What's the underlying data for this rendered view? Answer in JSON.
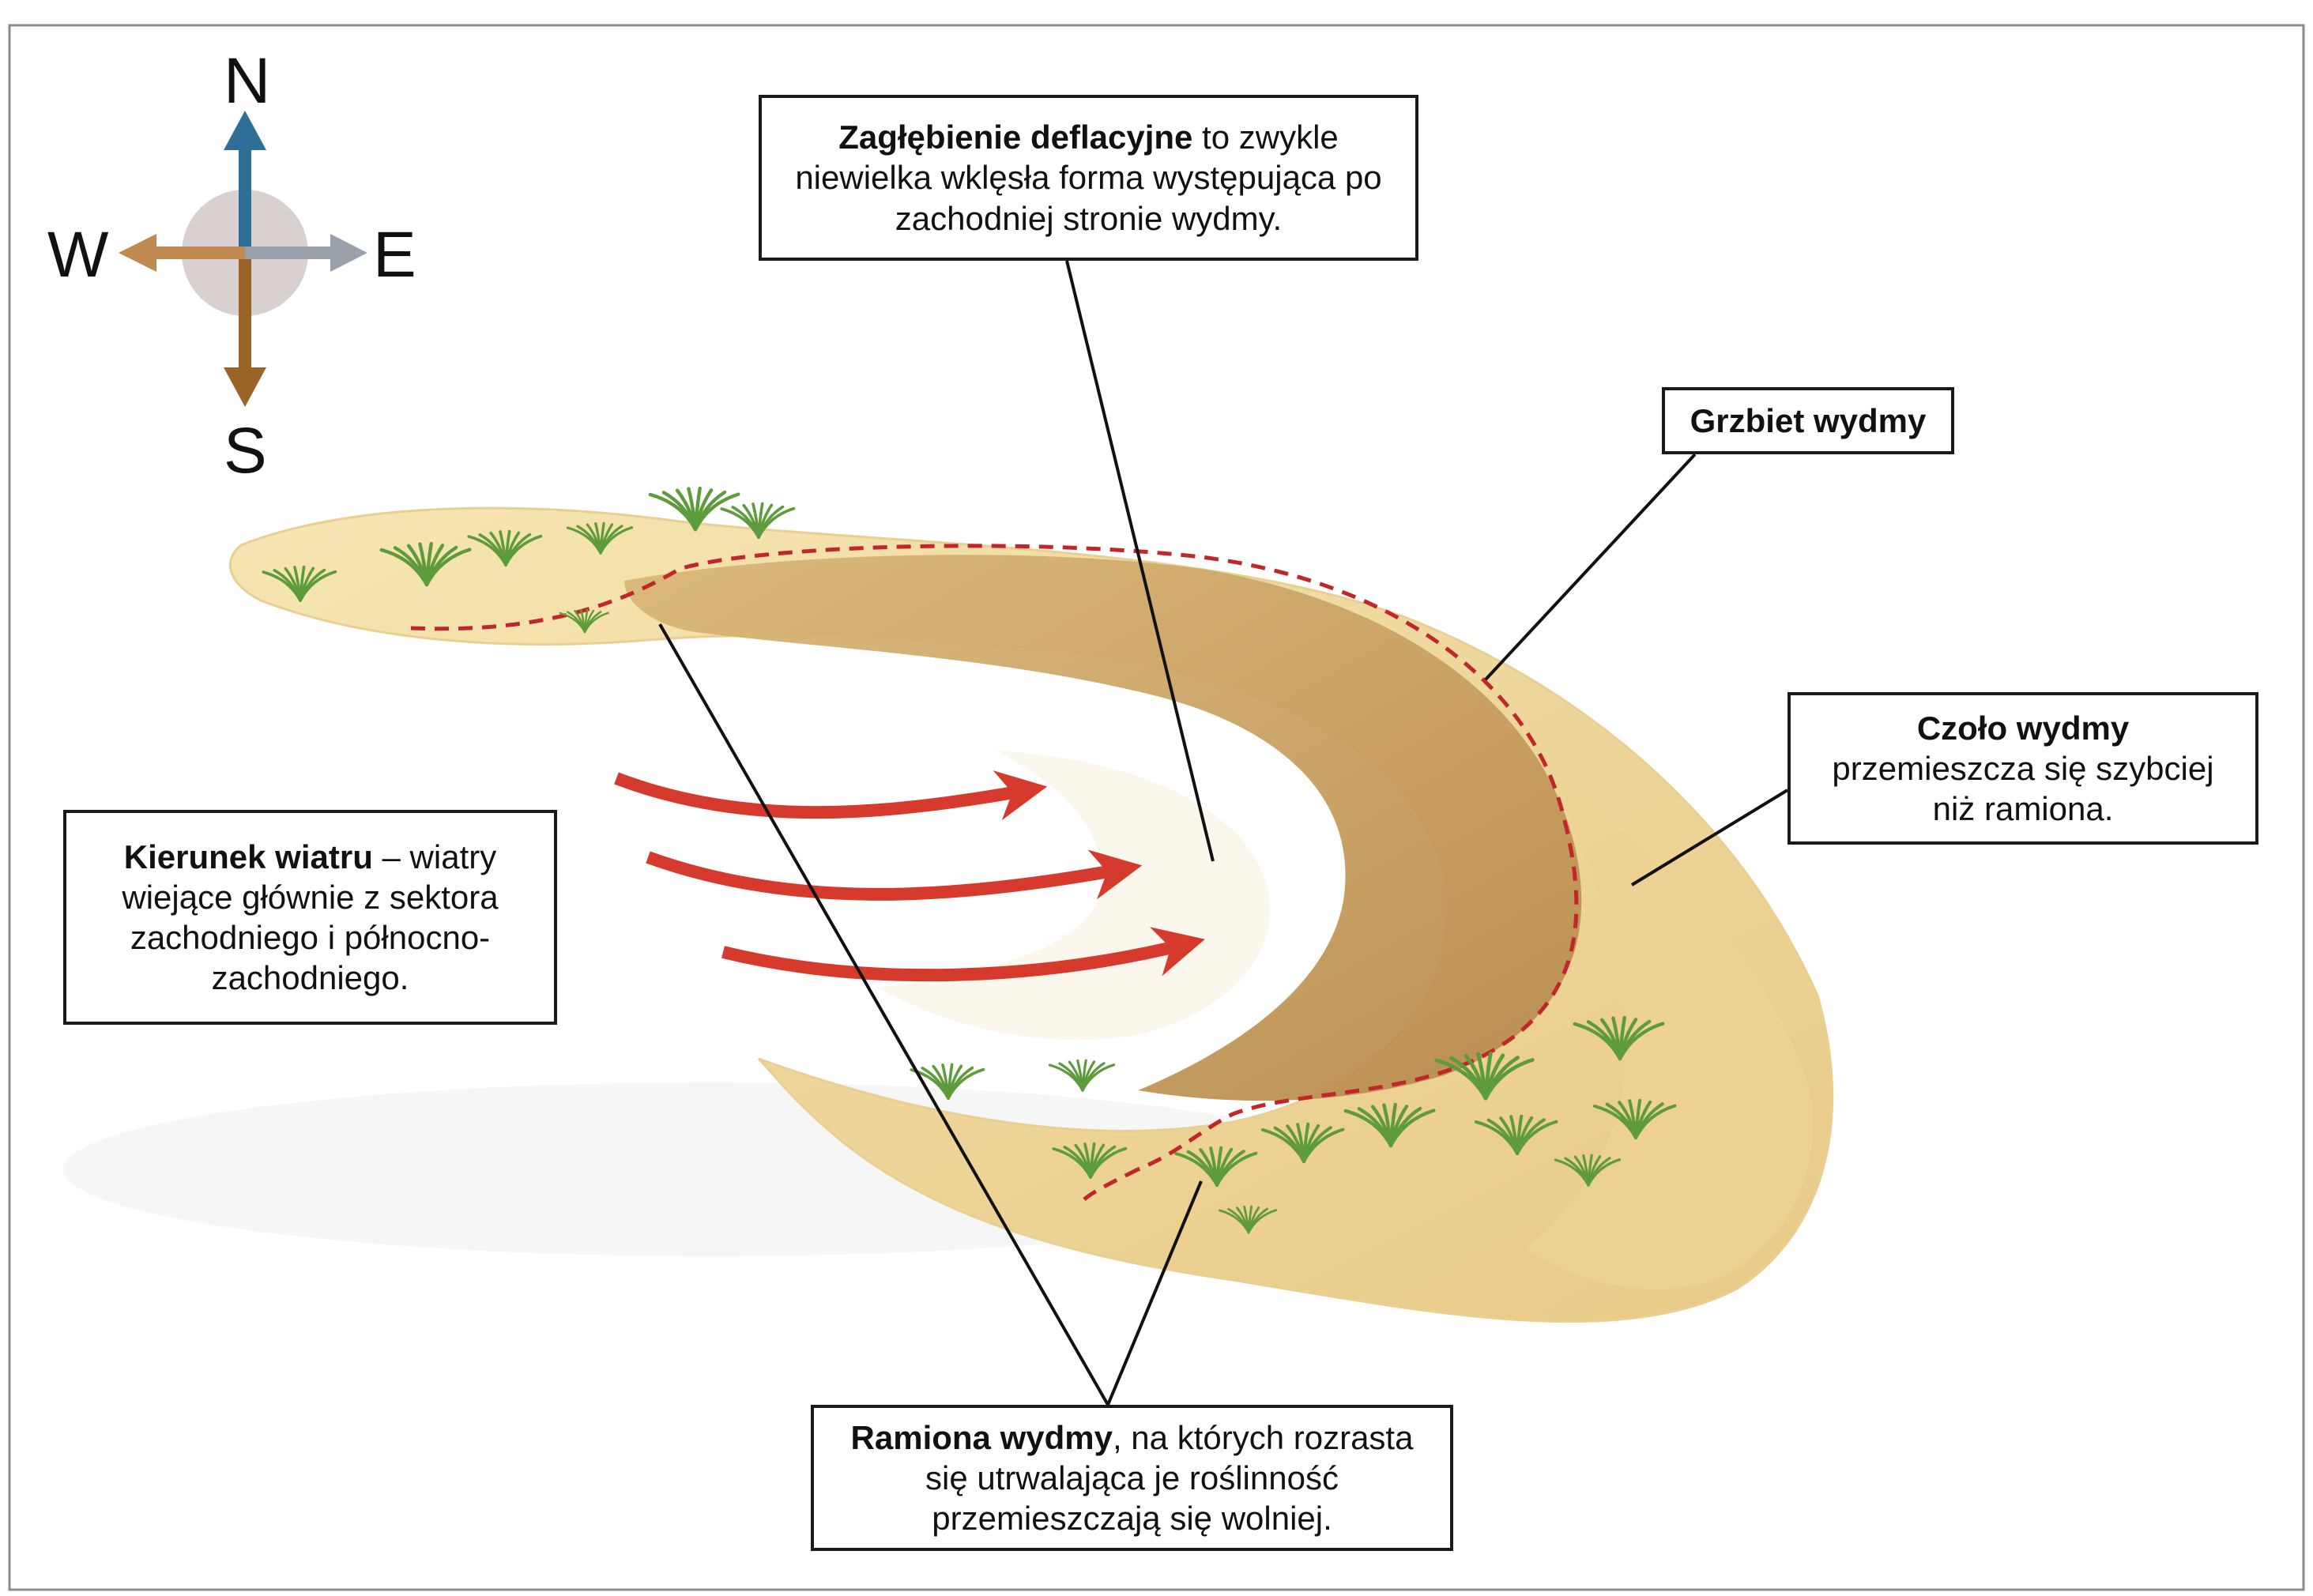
{
  "compass": {
    "north": "N",
    "south": "S",
    "west": "W",
    "east": "E",
    "colors": {
      "north_arrow": "#2f6f97",
      "south_arrow": "#9a6427",
      "west_arrow": "#c08a52",
      "east_arrow": "#9aa0aa",
      "center_disc": "#cfc6c3"
    }
  },
  "callouts": {
    "zaglebienie": {
      "bold": "Zagłębienie deflacyjne",
      "text": " to zwykle niewielka wklęsła forma występująca po zachodniej stronie wydmy."
    },
    "grzbiet": {
      "bold": "Grzbiet wydmy"
    },
    "czolo": {
      "bold": "Czoło wydmy",
      "text": "przemieszcza się szybciej niż ramiona."
    },
    "kierunek": {
      "bold": "Kierunek wiatru",
      "text": " – wiatry wiejące głównie z sektora zachodniego i północno-zachodniego."
    },
    "ramiona": {
      "bold": "Ramiona wydmy",
      "text": ", na których rozrasta się utrwalająca je roślinność przemieszczają się wolniej."
    }
  },
  "colors": {
    "sand_light": "#f3dfa4",
    "sand_mid": "#e7c77d",
    "sand_hollow": "#c9a264",
    "ridge_line": "#c0262b",
    "wind_arrow": "#d63a2c",
    "grass": "#5e9b3a"
  }
}
